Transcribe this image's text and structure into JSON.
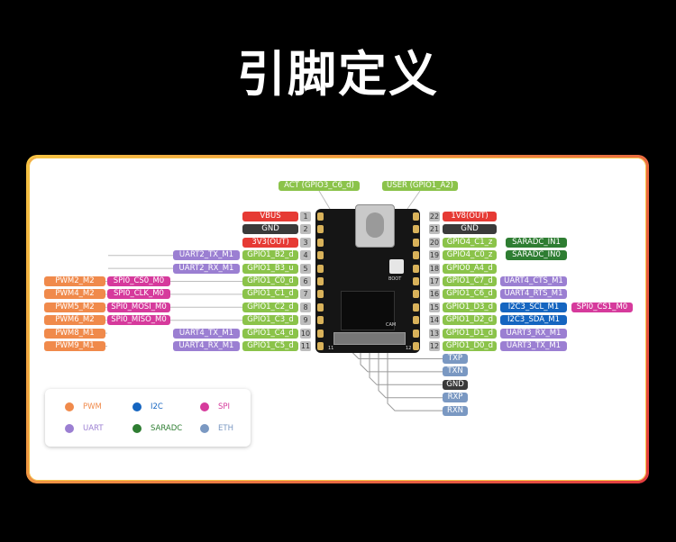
{
  "title": "引脚定义",
  "top": {
    "act": "ACT (GPIO3_C6_d)",
    "user": "USER (GPIO1_A2)"
  },
  "left_pins": [
    {
      "n": "1",
      "label": "VBUS",
      "c": "red"
    },
    {
      "n": "2",
      "label": "GND",
      "c": "dk"
    },
    {
      "n": "3",
      "label": "3V3(OUT)",
      "c": "red"
    },
    {
      "n": "4",
      "label": "GPIO1_B2_d",
      "c": "gr"
    },
    {
      "n": "5",
      "label": "GPIO1_B3_u",
      "c": "gr"
    },
    {
      "n": "6",
      "label": "GPIO1_C0_d",
      "c": "gr"
    },
    {
      "n": "7",
      "label": "GPIO1_C1_d",
      "c": "gr"
    },
    {
      "n": "8",
      "label": "GPIO1_C2_d",
      "c": "gr"
    },
    {
      "n": "9",
      "label": "GPIO1_C3_d",
      "c": "gr"
    },
    {
      "n": "10",
      "label": "GPIO1_C4_d",
      "c": "gr"
    },
    {
      "n": "11",
      "label": "GPIO1_C5_d",
      "c": "gr"
    }
  ],
  "right_pins": [
    {
      "n": "22",
      "label": "1V8(OUT)",
      "c": "red"
    },
    {
      "n": "21",
      "label": "GND",
      "c": "dk"
    },
    {
      "n": "20",
      "label": "GPIO4_C1_z",
      "c": "gr"
    },
    {
      "n": "19",
      "label": "GPIO4_C0_z",
      "c": "gr"
    },
    {
      "n": "18",
      "label": "GPIO0_A4_d",
      "c": "gr"
    },
    {
      "n": "17",
      "label": "GPIO1_C7_d",
      "c": "gr"
    },
    {
      "n": "16",
      "label": "GPIO1_C6_d",
      "c": "gr"
    },
    {
      "n": "15",
      "label": "GPIO1_D3_d",
      "c": "gr"
    },
    {
      "n": "14",
      "label": "GPIO1_D2_d",
      "c": "gr"
    },
    {
      "n": "13",
      "label": "GPIO1_D1_d",
      "c": "gr"
    },
    {
      "n": "12",
      "label": "GPIO1_D0_d",
      "c": "gr"
    }
  ],
  "left_alt1": [
    "",
    "",
    "",
    "UART2_TX_M1",
    "UART2_RX_M1",
    "SPI0_CS0_M0",
    "SPI0_CLK_M0",
    "SPI0_MOSI_M0",
    "SPI0_MISO_M0",
    "UART4_TX_M1",
    "UART4_RX_M1"
  ],
  "left_alt2": [
    "",
    "",
    "",
    "",
    "",
    "PWM2_M2",
    "PWM4_M2",
    "PWM5_M2",
    "PWM6_M2",
    "PWM8_M1",
    "PWM9_M1"
  ],
  "right_alt1": [
    "",
    "",
    "SARADC_IN1",
    "SARADC_IN0",
    "",
    "UART4_CTS_M1",
    "UART4_RTS_M1",
    "I2C3_SCL_M1",
    "I2C3_SDA_M1",
    "UART3_RX_M1",
    "UART3_TX_M1"
  ],
  "right_alt2": [
    "",
    "",
    "",
    "",
    "",
    "",
    "",
    "SPI0_CS1_M0",
    "",
    "",
    ""
  ],
  "eth": [
    {
      "label": "TXP",
      "c": "eth"
    },
    {
      "label": "TXN",
      "c": "eth"
    },
    {
      "label": "GND",
      "c": "dk"
    },
    {
      "label": "RXP",
      "c": "eth"
    },
    {
      "label": "RXN",
      "c": "eth"
    }
  ],
  "legend": {
    "pwm": "PWM",
    "i2c": "I2C",
    "spi": "SPI",
    "uart": "UART",
    "saradc": "SARADC",
    "eth": "ETH"
  },
  "board": {
    "cam": "CAM",
    "boot": "BOOT",
    "p11": "11",
    "p12": "12"
  },
  "colors": {
    "power": "#e63a34",
    "gnd": "#3a3a3a",
    "gpio": "#8bc34a",
    "uart": "#9b7fd2",
    "pwm": "#f08a4b",
    "spi": "#d63a9c",
    "i2c": "#1565c0",
    "saradc": "#2e7d32",
    "eth": "#7a98c2"
  }
}
